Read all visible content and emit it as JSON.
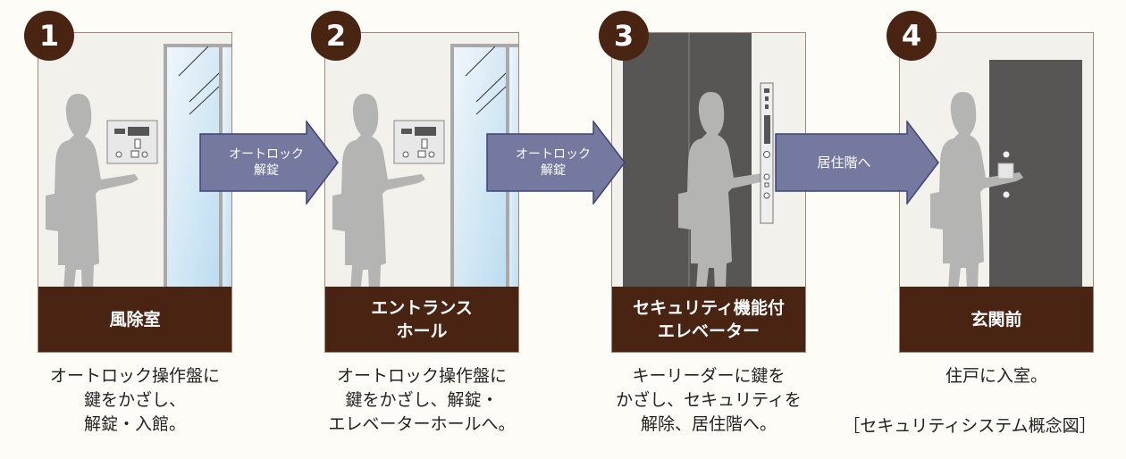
{
  "steps": [
    {
      "number": "1",
      "title": "風除室",
      "caption": "オートロック操作盤に\n鍵をかざし、\n解錠・入館。"
    },
    {
      "number": "2",
      "title": "エントランス\nホール",
      "caption": "オートロック操作盤に\n鍵をかざし、解錠・\nエレベーターホールへ。"
    },
    {
      "number": "3",
      "title": "セキュリティ機能付\nエレベーター",
      "caption": "キーリーダーに鍵を\nかざし、セキュリティを\n解除、居住階へ。"
    },
    {
      "number": "4",
      "title": "玄関前",
      "caption": "住戸に入室。"
    }
  ],
  "arrows": [
    {
      "label": "オートロック\n解錠"
    },
    {
      "label": "オートロック\n解錠"
    },
    {
      "label": "居住階へ"
    }
  ],
  "figure_label": "［セキュリティシステム概念図］",
  "colors": {
    "brown": "#4a2412",
    "arrow": "#7579a0",
    "arrow_border": "#3d4478",
    "silhouette": "#b4b5b3",
    "dark_door": "#585654"
  }
}
